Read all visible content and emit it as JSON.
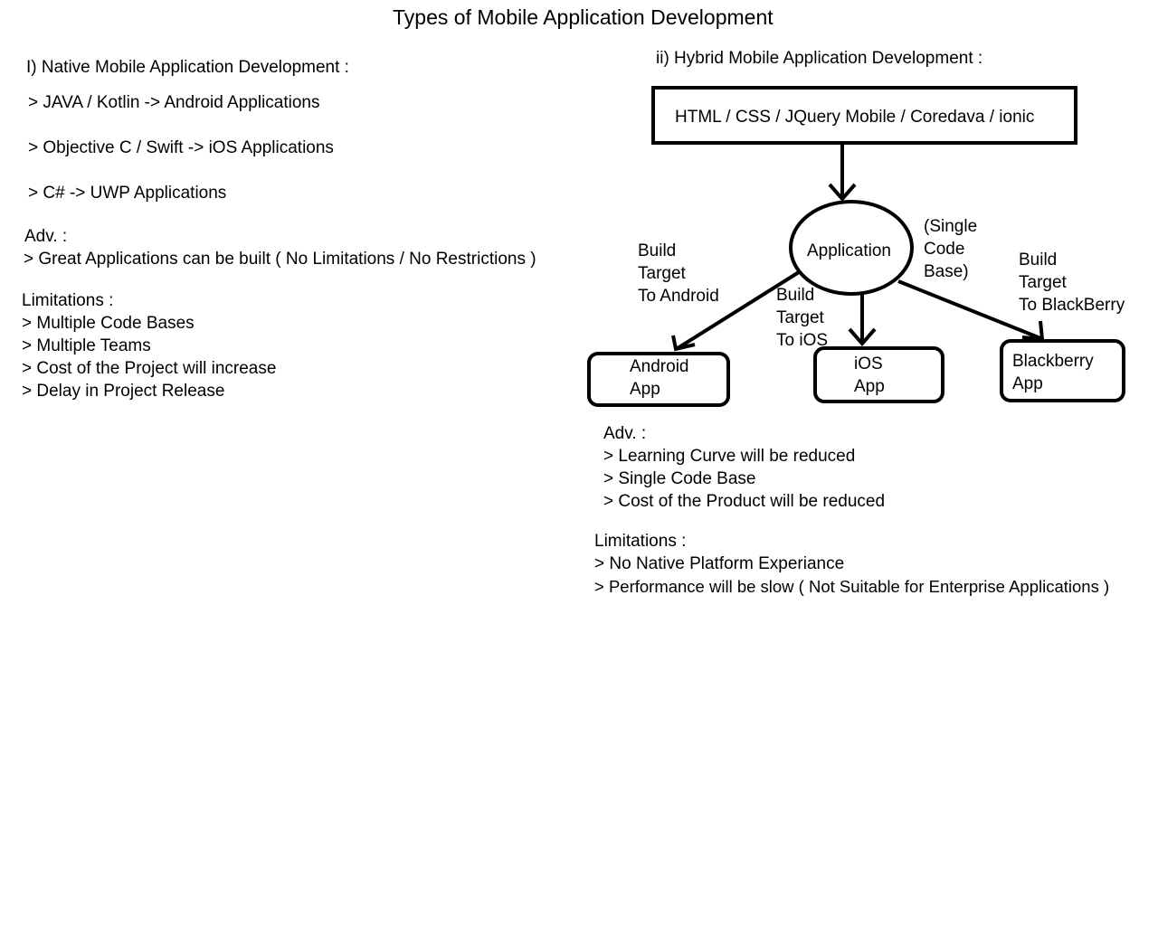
{
  "title": "Types of Mobile Application Development",
  "native": {
    "heading": "I) Native Mobile Application Development :",
    "items": [
      "> JAVA / Kotlin -> Android Applications",
      "> Objective C / Swift -> iOS Applications",
      "> C# -> UWP Applications"
    ],
    "adv_heading": "Adv. :",
    "adv_items": [
      "> Great Applications can be built ( No Limitations / No Restrictions )"
    ],
    "lim_heading": "Limitations :",
    "lim_items": [
      "> Multiple Code Bases",
      "> Multiple Teams",
      "> Cost of the Project will increase",
      "> Delay in Project Release"
    ]
  },
  "hybrid": {
    "heading": "ii) Hybrid Mobile Application Development :",
    "tech_box": "HTML / CSS / JQuery Mobile / Coredava / ionic",
    "app_node": "Application",
    "single_code_base": [
      "(Single",
      "Code",
      "Base)"
    ],
    "edges": {
      "android": [
        "Build",
        "Target",
        "To Android"
      ],
      "ios": [
        "Build",
        "Target",
        "To iOS"
      ],
      "blackberry": [
        "Build",
        "Target",
        "To BlackBerry"
      ]
    },
    "targets": {
      "android": [
        "Android",
        "App"
      ],
      "ios": [
        "iOS",
        "App"
      ],
      "blackberry": [
        "Blackberry",
        "App"
      ]
    },
    "adv_heading": "Adv. :",
    "adv_items": [
      "> Learning Curve will be reduced",
      "> Single Code Base",
      "> Cost of the Product will be reduced"
    ],
    "lim_heading": "Limitations :",
    "lim_items": [
      "> No Native Platform Experiance",
      "> Performance will be slow ( Not Suitable for Enterprise Applications )"
    ]
  }
}
